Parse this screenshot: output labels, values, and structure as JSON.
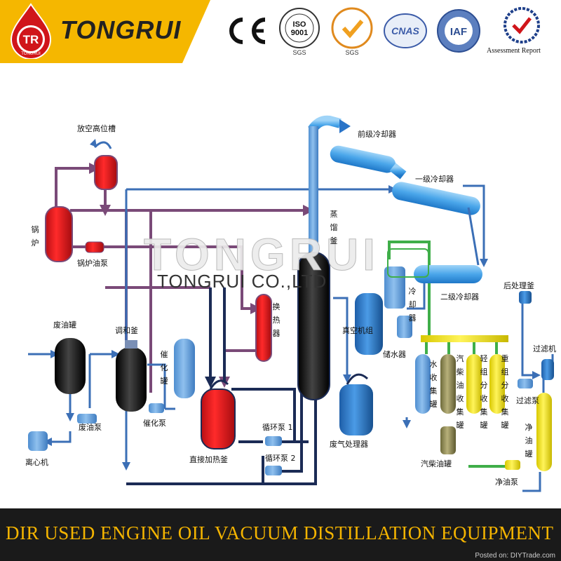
{
  "header": {
    "brand_logo_text": "TR",
    "brand_logo_subtext": "TONGRUI",
    "brand_name": "TONGRUI",
    "certifications": [
      {
        "name": "CE",
        "icon": "ce-mark-icon"
      },
      {
        "name": "ISO 9001",
        "icon": "iso9001-seal-icon",
        "sub": "SGS"
      },
      {
        "name": "SGS",
        "icon": "sgs-seal-icon",
        "sub": "SGS"
      },
      {
        "name": "CNAS",
        "icon": "cnas-seal-icon"
      },
      {
        "name": "IAF",
        "icon": "iaf-seal-icon"
      },
      {
        "name": "Assessment Report",
        "icon": "assessment-report-icon"
      }
    ],
    "assessment_label": "Assessment Report"
  },
  "diagram": {
    "labels": {
      "vent_tank": "放空高位槽",
      "boiler": "锅炉",
      "boiler_pump": "锅炉油泵",
      "waste_oil_tank": "废油罐",
      "blend_kettle": "调和釜",
      "catalyst_tank": "催化罐",
      "catalyst_pump": "催化泵",
      "waste_oil_pump": "废油泵",
      "centrifuge": "离心机",
      "heat_exchanger": "换热器",
      "direct_heating_kettle": "直接加热釜",
      "circulation_pump_1": "循环泵 1",
      "circulation_pump_2": "循环泵 2",
      "distillation_kettle": "蒸馏釜",
      "pre_cooler": "前级冷却器",
      "primary_cooler": "一级冷却器",
      "secondary_cooler": "二级冷却器",
      "cooler": "冷却器",
      "vacuum_unit": "真空机组",
      "water_tank": "储水器",
      "exhaust_processor": "废气处理器",
      "water_collection_tank": "水收集罐",
      "diesel_gasoline_tank": "汽柴油收集罐",
      "light_fraction_tank": "轻组分收集罐",
      "heavy_fraction_tank": "重组分收集罐",
      "diesel_oil_tank": "汽柴油罐",
      "post_treatment_kettle": "后处理釜",
      "filter_machine": "过滤机",
      "filter_pump": "过滤泵",
      "clean_oil_tank": "净油罐",
      "clean_oil_pump": "净油泵"
    },
    "watermark_big": "TONGRUI",
    "watermark_small": "TONGRUI CO.,LTD"
  },
  "colors": {
    "brand_yellow": "#f5b700",
    "pipe_purple": "#7a4a78",
    "pipe_blue": "#3b6fb6",
    "pipe_green": "#3fae49",
    "tank_red": "#e31e24",
    "tank_black": "#111111",
    "tank_blue": "#2a74c8",
    "tank_yellow": "#f2e600",
    "footer_bg": "#1a1a1a",
    "footer_text": "#f4b400"
  },
  "footer": {
    "title": "DIR USED ENGINE OIL VACUUM DISTILLATION EQUIPMENT",
    "credit": "Posted on: DIYTrade.com"
  }
}
